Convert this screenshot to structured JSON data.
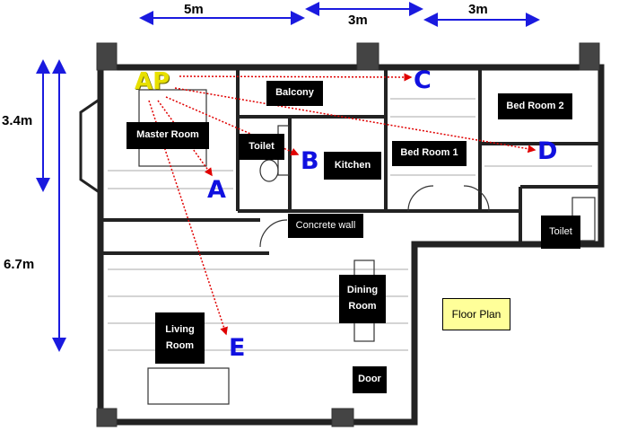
{
  "title": "Floor Plan",
  "dimensions": {
    "top": [
      "5m",
      "3m",
      "3m"
    ],
    "left": [
      "3.4m",
      "6.7m"
    ]
  },
  "rooms": {
    "master_room": "Master Room",
    "balcony": "Balcony",
    "toilet_1": "Toilet",
    "kitchen": "Kitchen",
    "bed_room_1": "Bed Room 1",
    "bed_room_2": "Bed Room 2",
    "concrete_wall": "Concrete wall",
    "toilet_2": "Toilet",
    "dining_room": "Dining Room",
    "living_room": "Living Room",
    "door": "Door"
  },
  "access_point": "AP",
  "points": [
    "A",
    "B",
    "C",
    "D",
    "E"
  ],
  "colors": {
    "marker": "#1010e0",
    "ap": "#e8e000",
    "signal_line": "#e00000",
    "legend_bg": "#ffff99"
  }
}
